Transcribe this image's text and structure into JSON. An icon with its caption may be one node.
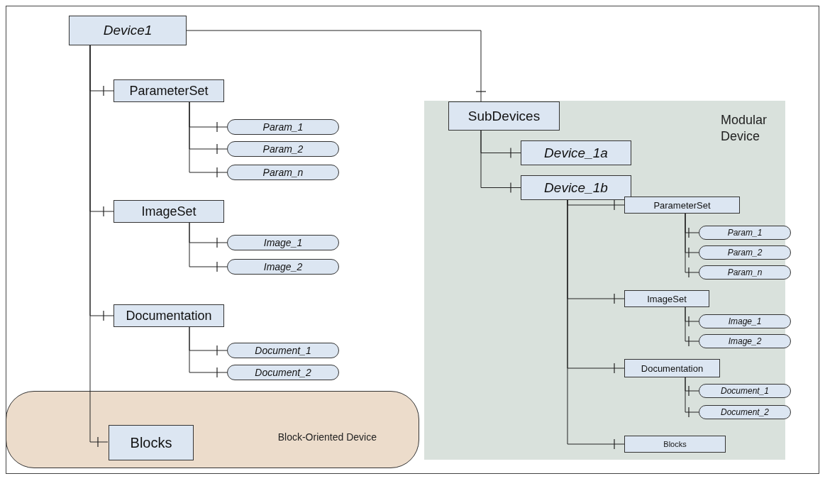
{
  "diagram": {
    "nodes": [
      {
        "text": [
          "Device1"
        ]
      },
      {
        "text": [
          "ParameterSet"
        ]
      },
      {
        "text": [
          "Param_1"
        ]
      },
      {
        "text": [
          "Param_2"
        ]
      },
      {
        "text": [
          "Param_n"
        ]
      },
      {
        "text": [
          "ImageSet"
        ]
      },
      {
        "text": [
          "Image_1"
        ]
      },
      {
        "text": [
          "Image_2"
        ]
      },
      {
        "text": [
          "Documentation"
        ]
      },
      {
        "text": [
          "Document_1"
        ]
      },
      {
        "text": [
          "Document_2"
        ]
      },
      {
        "text": [
          "Block-Oriented Device"
        ]
      },
      {
        "text": [
          "Blocks"
        ],
        "in": 11
      },
      {
        "text": [
          "Modular Device"
        ]
      },
      {
        "text": [
          "SubDevices"
        ],
        "in": 13
      },
      {
        "text": [
          "Device_1a"
        ],
        "in": 13
      },
      {
        "text": [
          "Device_1b"
        ],
        "in": 13
      },
      {
        "text": [
          "ParameterSet"
        ],
        "in": 13
      },
      {
        "text": [
          "Param_1"
        ],
        "in": 13
      },
      {
        "text": [
          "Param_2"
        ],
        "in": 13
      },
      {
        "text": [
          "Param_n"
        ],
        "in": 13
      },
      {
        "text": [
          "ImageSet"
        ],
        "in": 13
      },
      {
        "text": [
          "Image_1"
        ],
        "in": 13
      },
      {
        "text": [
          "Image_2"
        ],
        "in": 13
      },
      {
        "text": [
          "Documentation"
        ],
        "in": 13
      },
      {
        "text": [
          "Document_1"
        ],
        "in": 13
      },
      {
        "text": [
          "Document_2"
        ],
        "in": 13
      },
      {
        "text": [
          "Blocks"
        ],
        "in": 13
      }
    ],
    "edges": [
      {
        "from": 0,
        "to": 1,
        "arrow": "other"
      },
      {
        "from": 1,
        "to": 2,
        "arrow": "other"
      },
      {
        "from": 1,
        "to": 3,
        "arrow": "other"
      },
      {
        "from": 1,
        "to": 4,
        "arrow": "other"
      },
      {
        "from": 0,
        "to": 5,
        "arrow": "other"
      },
      {
        "from": 5,
        "to": 6,
        "arrow": "other"
      },
      {
        "from": 5,
        "to": 7,
        "arrow": "other"
      },
      {
        "from": 0,
        "to": 8,
        "arrow": "other"
      },
      {
        "from": 8,
        "to": 9,
        "arrow": "other"
      },
      {
        "from": 8,
        "to": 10,
        "arrow": "other"
      },
      {
        "from": 0,
        "to": 12,
        "arrow": "other"
      },
      {
        "from": 0,
        "to": 14,
        "arrow": "other"
      },
      {
        "from": 14,
        "to": 15,
        "arrow": "other"
      },
      {
        "from": 14,
        "to": 16,
        "arrow": "other"
      },
      {
        "from": 16,
        "to": 17,
        "arrow": "other"
      },
      {
        "from": 17,
        "to": 18,
        "arrow": "other"
      },
      {
        "from": 17,
        "to": 19,
        "arrow": "other"
      },
      {
        "from": 17,
        "to": 20,
        "arrow": "other"
      },
      {
        "from": 16,
        "to": 21,
        "arrow": "other"
      },
      {
        "from": 21,
        "to": 22,
        "arrow": "other"
      },
      {
        "from": 21,
        "to": 23,
        "arrow": "other"
      },
      {
        "from": 16,
        "to": 24,
        "arrow": "other"
      },
      {
        "from": 24,
        "to": 25,
        "arrow": "other"
      },
      {
        "from": 24,
        "to": 26,
        "arrow": "other"
      },
      {
        "from": 16,
        "to": 27,
        "arrow": "other"
      }
    ]
  }
}
